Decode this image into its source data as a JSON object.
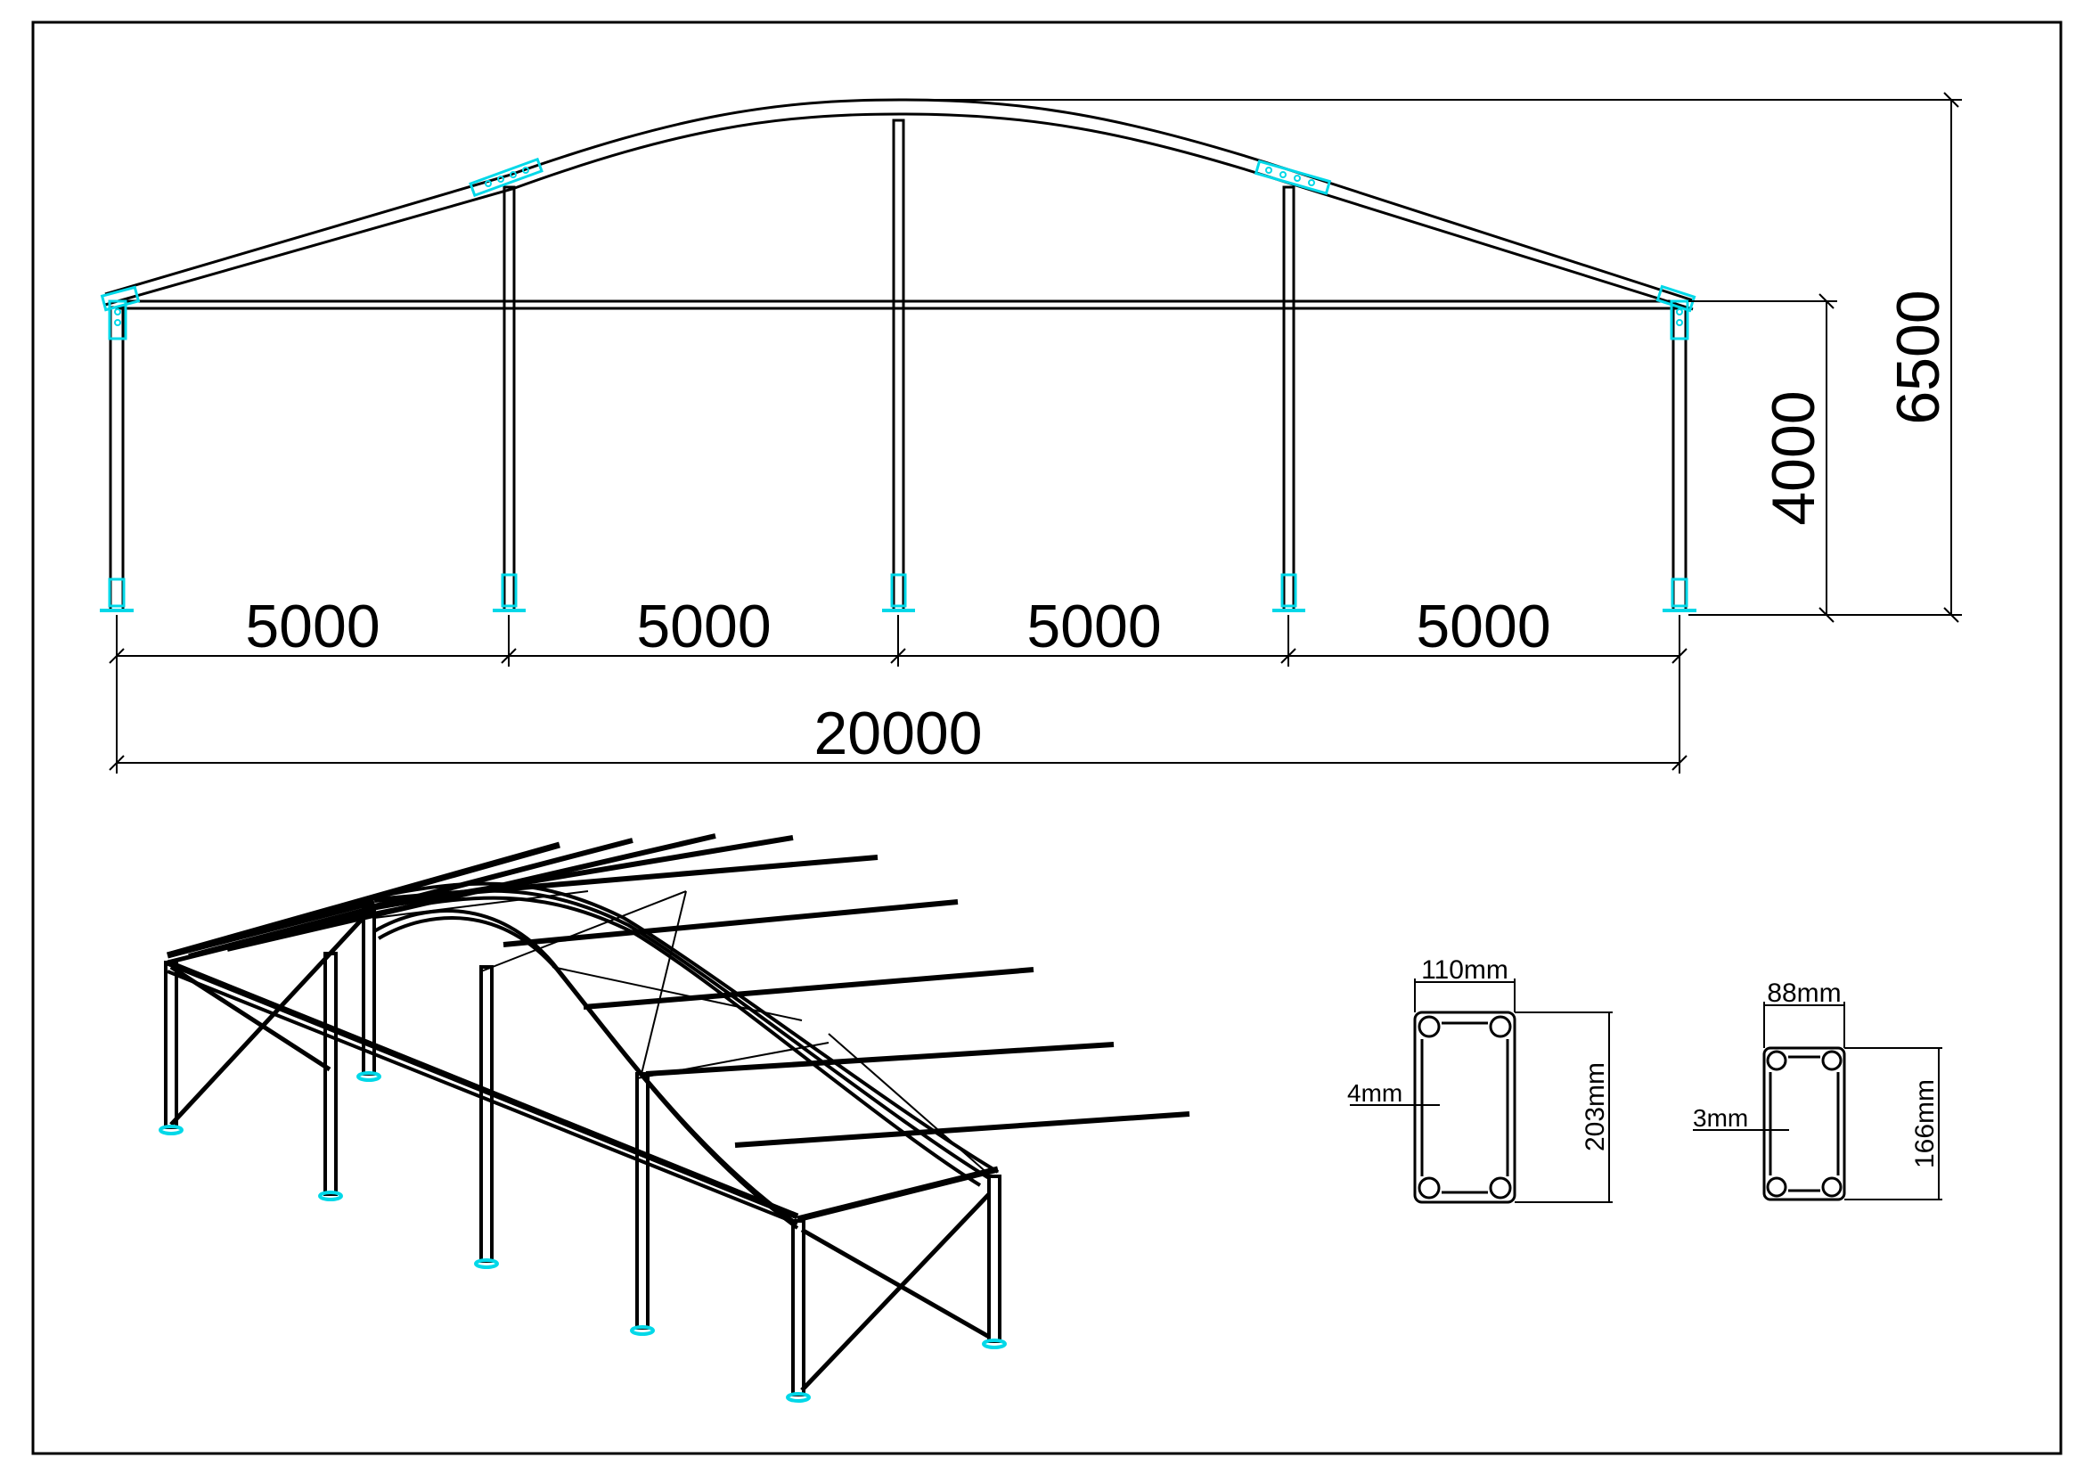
{
  "elevation": {
    "bay_labels": [
      "5000",
      "5000",
      "5000",
      "5000"
    ],
    "total_width_label": "20000",
    "side_height_label": "4000",
    "ridge_height_label": "6500"
  },
  "profiles": [
    {
      "width_label": "110mm",
      "wall_label": "4mm",
      "height_label": "203mm"
    },
    {
      "width_label": "88mm",
      "wall_label": "3mm",
      "height_label": "166mm"
    }
  ],
  "colors": {
    "line": "#000000",
    "fitting": "#00d8e8"
  }
}
